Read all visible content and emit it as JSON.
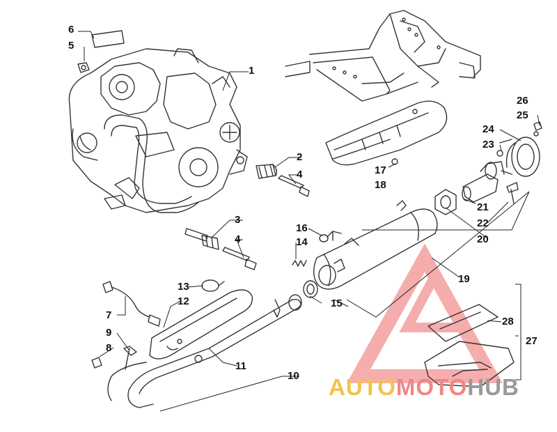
{
  "diagram": {
    "callouts": [
      {
        "id": "c1",
        "label": "1"
      },
      {
        "id": "c2",
        "label": "2"
      },
      {
        "id": "c3",
        "label": "3"
      },
      {
        "id": "c4a",
        "label": "4"
      },
      {
        "id": "c4b",
        "label": "4"
      },
      {
        "id": "c5",
        "label": "5"
      },
      {
        "id": "c6",
        "label": "6"
      },
      {
        "id": "c7",
        "label": "7"
      },
      {
        "id": "c8",
        "label": "8"
      },
      {
        "id": "c9",
        "label": "9"
      },
      {
        "id": "c10",
        "label": "10"
      },
      {
        "id": "c11",
        "label": "11"
      },
      {
        "id": "c12",
        "label": "12"
      },
      {
        "id": "c13",
        "label": "13"
      },
      {
        "id": "c14",
        "label": "14"
      },
      {
        "id": "c15",
        "label": "15"
      },
      {
        "id": "c16",
        "label": "16"
      },
      {
        "id": "c17",
        "label": "17"
      },
      {
        "id": "c18",
        "label": "18"
      },
      {
        "id": "c19",
        "label": "19"
      },
      {
        "id": "c20",
        "label": "20"
      },
      {
        "id": "c21",
        "label": "21"
      },
      {
        "id": "c22",
        "label": "22"
      },
      {
        "id": "c23",
        "label": "23"
      },
      {
        "id": "c24",
        "label": "24"
      },
      {
        "id": "c25",
        "label": "25"
      },
      {
        "id": "c26",
        "label": "26"
      },
      {
        "id": "c27",
        "label": "27"
      },
      {
        "id": "c28",
        "label": "28"
      }
    ]
  },
  "watermark": {
    "part1": "AUTO",
    "part2": "MOTO",
    "part3": "HUB",
    "colors": {
      "yellow": "#f2c24f",
      "red": "#f08585",
      "gray": "#9a9a9a"
    }
  }
}
